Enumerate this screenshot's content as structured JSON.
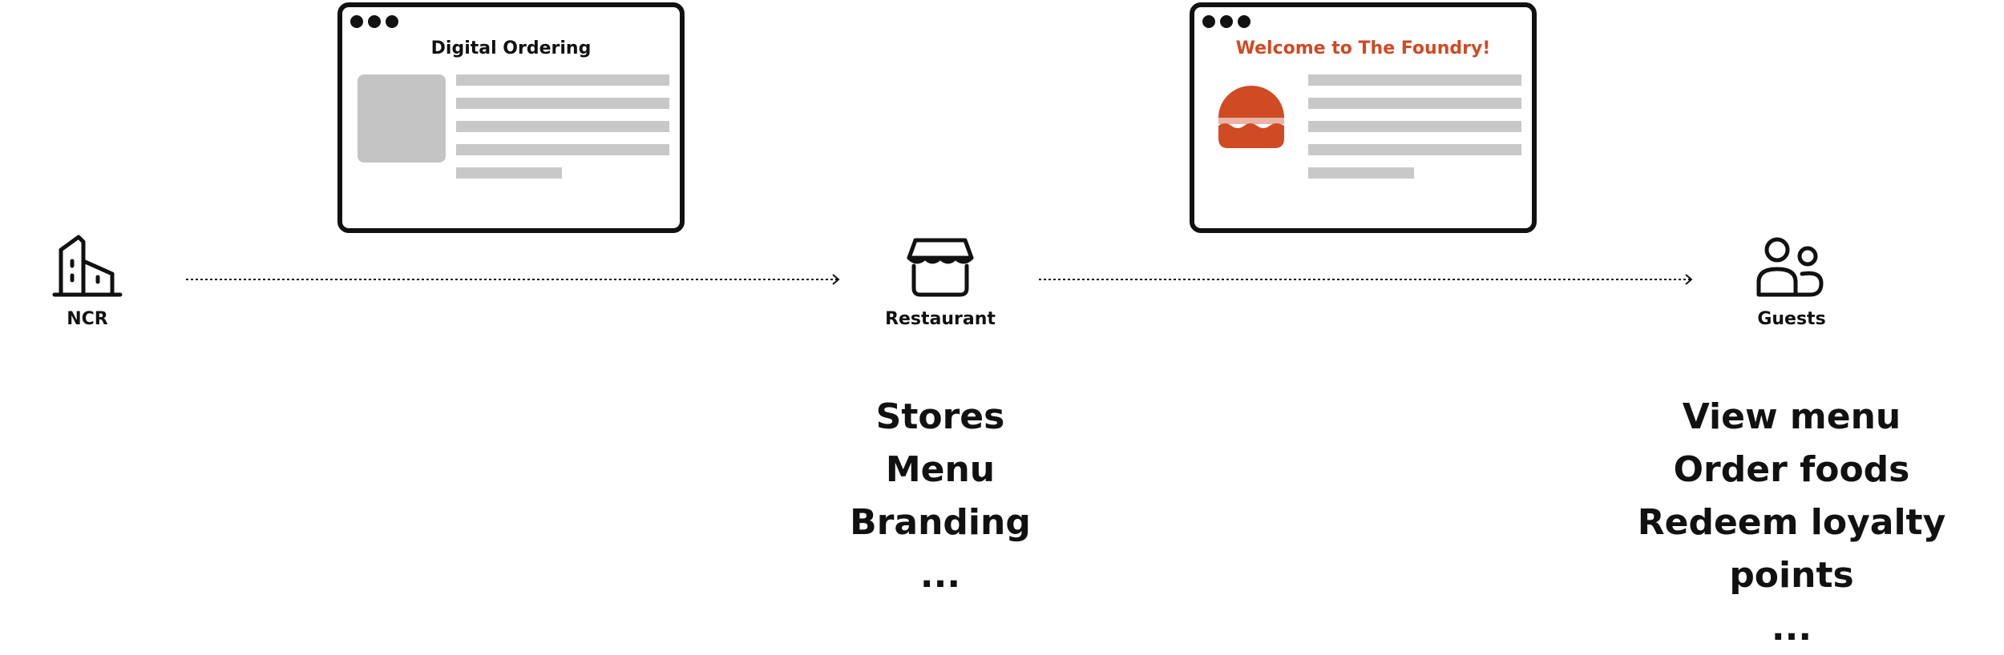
{
  "windows": [
    {
      "title": "Digital Ordering",
      "title_color": "#111111",
      "image": "placeholder-image"
    },
    {
      "title": "Welcome to The Foundry!",
      "title_color": "#d04a24",
      "image": "burger-logo-icon"
    }
  ],
  "nodes": [
    {
      "label": "NCR",
      "icon": "office-building-icon"
    },
    {
      "label": "Restaurant",
      "icon": "storefront-icon"
    },
    {
      "label": "Guests",
      "icon": "users-icon"
    }
  ],
  "restaurant_list": [
    "Stores",
    "Menu",
    "Branding",
    "..."
  ],
  "guests_list": [
    "View menu",
    "Order foods",
    "Redeem loyalty points",
    "..."
  ],
  "colors": {
    "stroke": "#111111",
    "placeholder": "#c4c4c4",
    "accent": "#d04a24"
  }
}
